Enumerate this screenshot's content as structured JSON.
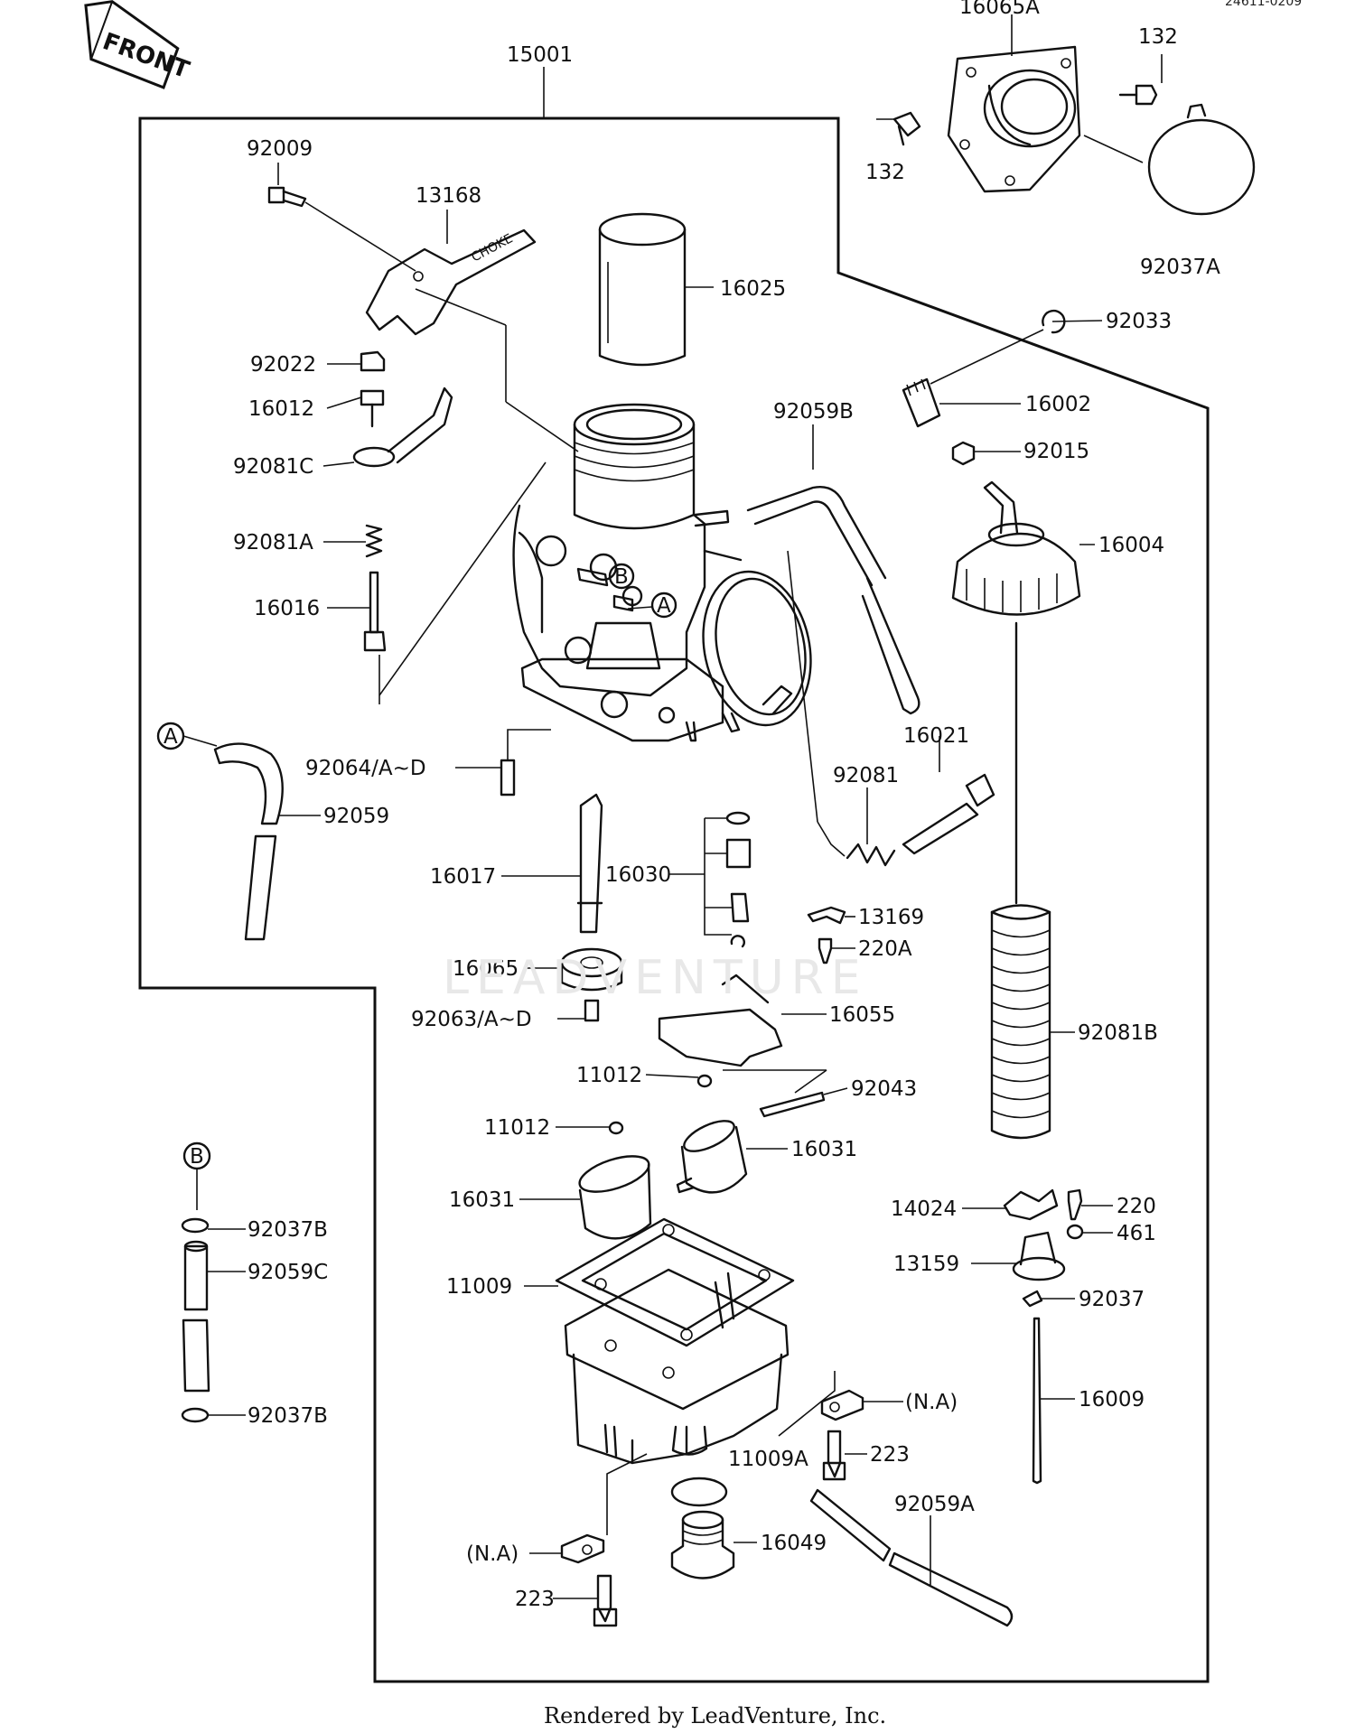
{
  "front_label": "FRONT",
  "drawing_code": "24611-0209",
  "footer": "Rendered by LeadVenture, Inc.",
  "watermark": "LEADVENTURE",
  "callouts": {
    "c15001": "15001",
    "c16065A": "16065A",
    "c132a": "132",
    "c132b": "132",
    "c92037A": "92037A",
    "c92009": "92009",
    "c13168": "13168",
    "c16025": "16025",
    "c92033": "92033",
    "c92022": "92022",
    "c16012": "16012",
    "c16002": "16002",
    "c92081C": "92081C",
    "c92059B": "92059B",
    "c92015": "92015",
    "c92081A": "92081A",
    "c16004": "16004",
    "c16016": "16016",
    "c92064": "92064/A∼D",
    "c16021": "16021",
    "c92081": "92081",
    "c92059": "92059",
    "c16017": "16017",
    "c16030": "16030",
    "c13169": "13169",
    "c220A": "220A",
    "c16065": "16065",
    "c92063": "92063/A∼D",
    "c16055": "16055",
    "c92081B": "92081B",
    "c11012a": "11012",
    "c92043": "92043",
    "c11012b": "11012",
    "c16031a": "16031",
    "c16031b": "16031",
    "c92037Ba": "92037B",
    "c14024": "14024",
    "c220": "220",
    "c461": "461",
    "c92059C": "92059C",
    "c13159": "13159",
    "c11009": "11009",
    "c92037": "92037",
    "c16009": "16009",
    "c92037Bb": "92037B",
    "cNAa": "(N.A)",
    "c223a": "223",
    "c11009A": "11009A",
    "c92059A": "92059A",
    "c16049": "16049",
    "cNAb": "(N.A)",
    "c223b": "223",
    "refA1": "A",
    "refA2": "A",
    "refB1": "B",
    "refB2": "B"
  }
}
